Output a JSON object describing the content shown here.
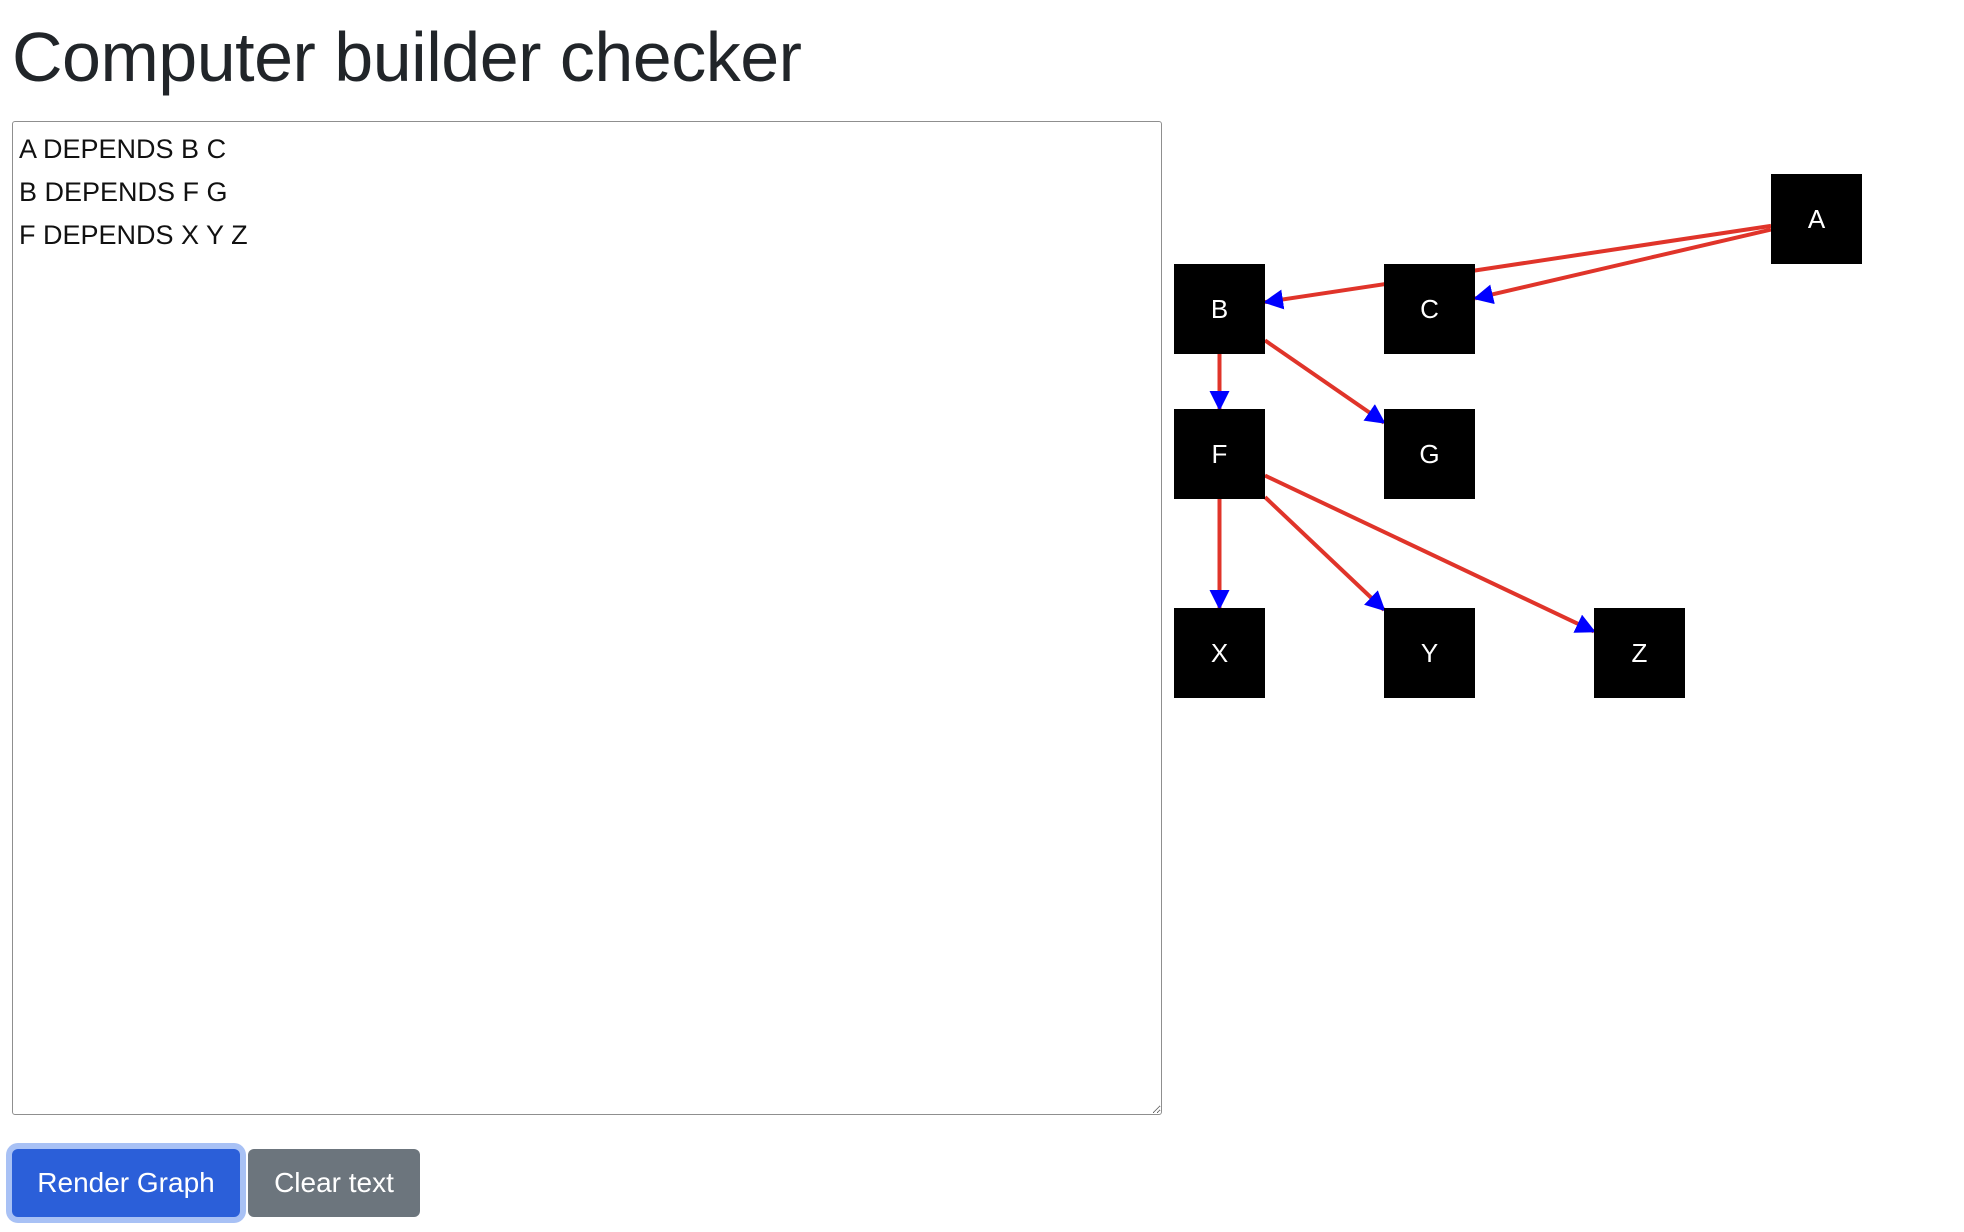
{
  "page": {
    "title": "Computer builder checker"
  },
  "editor": {
    "value": "A DEPENDS B C\nB DEPENDS F G\nF DEPENDS X Y Z"
  },
  "buttons": {
    "render_label": "Render Graph",
    "clear_label": "Clear text"
  },
  "graph": {
    "edge_color": "#e0342a",
    "arrow_color": "#0000ff",
    "node_color": "#000000",
    "node_text_color": "#ffffff",
    "nodes": [
      {
        "id": "A",
        "label": "A"
      },
      {
        "id": "B",
        "label": "B"
      },
      {
        "id": "C",
        "label": "C"
      },
      {
        "id": "F",
        "label": "F"
      },
      {
        "id": "G",
        "label": "G"
      },
      {
        "id": "X",
        "label": "X"
      },
      {
        "id": "Y",
        "label": "Y"
      },
      {
        "id": "Z",
        "label": "Z"
      }
    ],
    "edges": [
      {
        "from": "A",
        "to": "B"
      },
      {
        "from": "A",
        "to": "C"
      },
      {
        "from": "B",
        "to": "F"
      },
      {
        "from": "B",
        "to": "G"
      },
      {
        "from": "F",
        "to": "X"
      },
      {
        "from": "F",
        "to": "Y"
      },
      {
        "from": "F",
        "to": "Z"
      }
    ]
  }
}
